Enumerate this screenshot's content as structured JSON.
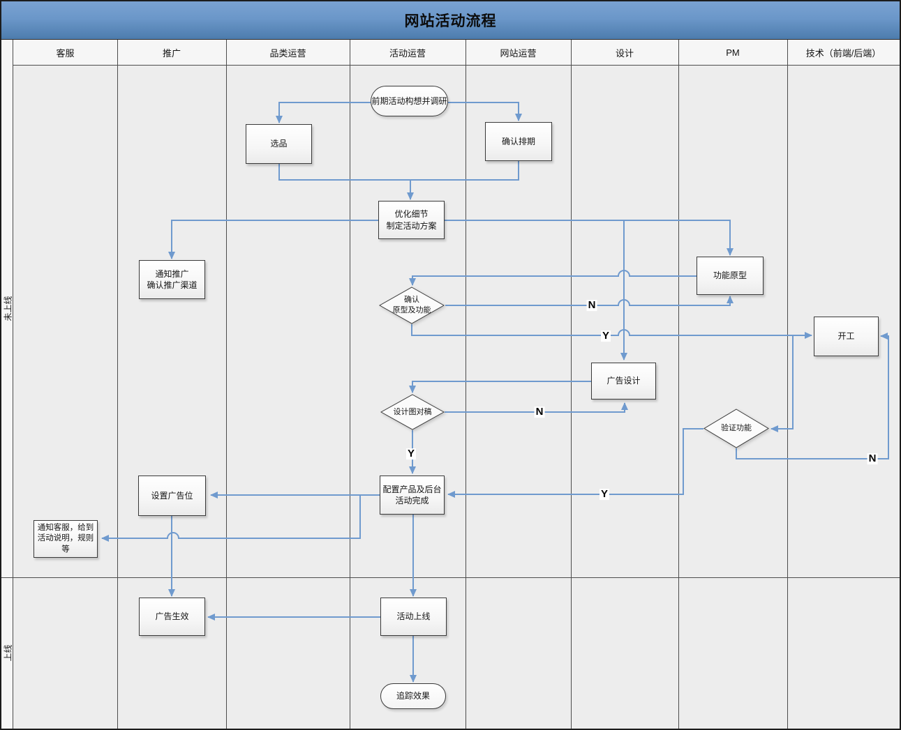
{
  "title": "网站活动流程",
  "phases": [
    {
      "label": "未上线"
    },
    {
      "label": "上线"
    }
  ],
  "lanes": [
    {
      "label": "客服"
    },
    {
      "label": "推广"
    },
    {
      "label": "品类运营"
    },
    {
      "label": "活动运营"
    },
    {
      "label": "网站运营"
    },
    {
      "label": "设计"
    },
    {
      "label": "PM"
    },
    {
      "label": "技术（前端/后端）"
    }
  ],
  "nodes": [
    {
      "label": "前期活动构想并调研",
      "type": "terminator"
    },
    {
      "label": "选品",
      "type": "process"
    },
    {
      "label": "确认排期",
      "type": "process"
    },
    {
      "label": "优化细节\n制定活动方案",
      "type": "process"
    },
    {
      "label": "通知推广\n确认推广渠道",
      "type": "process"
    },
    {
      "label": "功能原型",
      "type": "process"
    },
    {
      "label": "确认\n原型及功能",
      "type": "decision"
    },
    {
      "label": "开工",
      "type": "process"
    },
    {
      "label": "广告设计",
      "type": "process"
    },
    {
      "label": "设计图对稿",
      "type": "decision"
    },
    {
      "label": "验证功能",
      "type": "decision"
    },
    {
      "label": "配置产品及后台\n活动完成",
      "type": "process"
    },
    {
      "label": "设置广告位",
      "type": "process"
    },
    {
      "label": "通知客服，给到\n活动说明，规则等",
      "type": "process"
    },
    {
      "label": "广告生效",
      "type": "process"
    },
    {
      "label": "活动上线",
      "type": "process"
    },
    {
      "label": "追踪效果",
      "type": "terminator"
    }
  ],
  "edge_labels": [
    {
      "label": "N"
    },
    {
      "label": "Y"
    },
    {
      "label": "N"
    },
    {
      "label": "Y"
    },
    {
      "label": "Y"
    },
    {
      "label": "N"
    }
  ],
  "colors": {
    "connector": "#6f9ace",
    "title_top": "#7aa2d2",
    "title_bottom": "#4d7cad",
    "lane_bg": "#ededed",
    "header_bg": "#f6f6f6",
    "grid_line": "#4c4c4c"
  }
}
